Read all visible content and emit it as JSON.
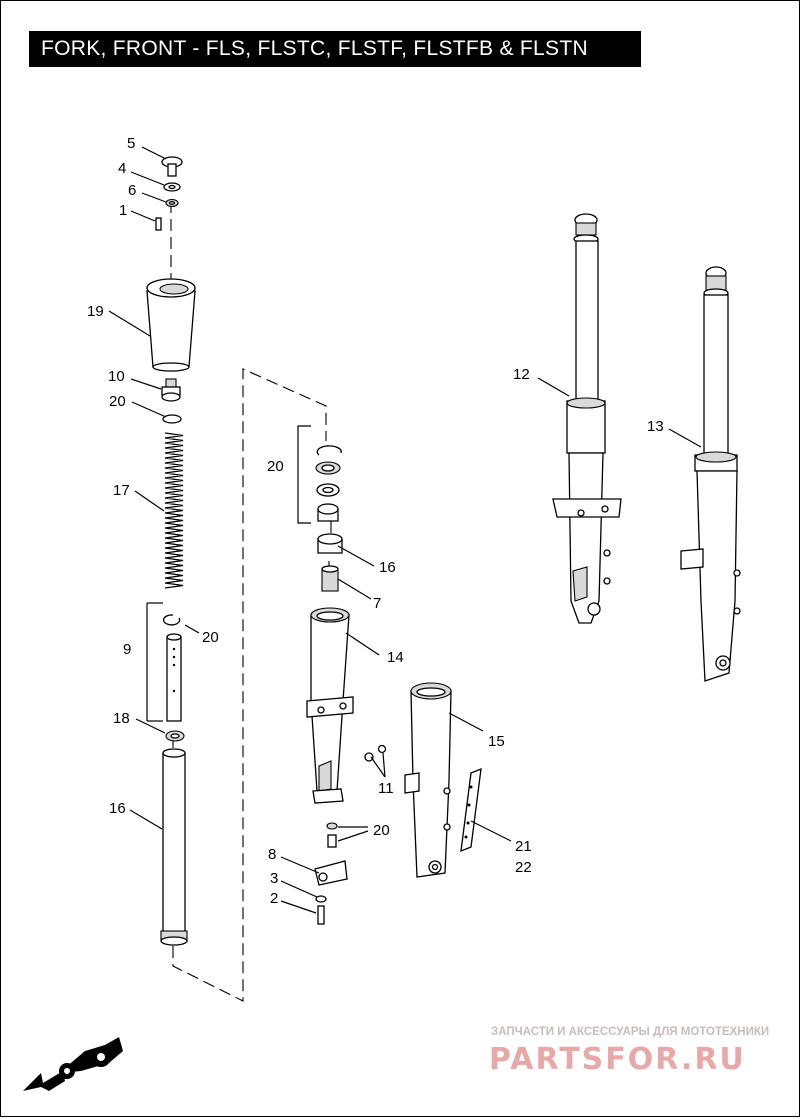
{
  "title": "FORK, FRONT - FLS, FLSTC, FLSTF, FLSTFB & FLSTN",
  "labels": {
    "l5": "5",
    "l4": "4",
    "l6": "6",
    "l1": "1",
    "l19": "19",
    "l10": "10",
    "l20a": "20",
    "l17": "17",
    "l9": "9",
    "l20b": "20",
    "l18": "18",
    "l16a": "16",
    "l20c": "20",
    "l16b": "16",
    "l7": "7",
    "l14": "14",
    "l11": "11",
    "l20d": "20",
    "l8": "8",
    "l3": "3",
    "l2": "2",
    "l12": "12",
    "l13": "13",
    "l15": "15",
    "l21": "21",
    "l22": "22"
  },
  "watermark": {
    "line1": "ЗАПЧАСТИ И АКСЕССУАРЫ ДЛЯ МОТОТЕХНИКИ",
    "line2": "PARTSFOR.RU"
  }
}
